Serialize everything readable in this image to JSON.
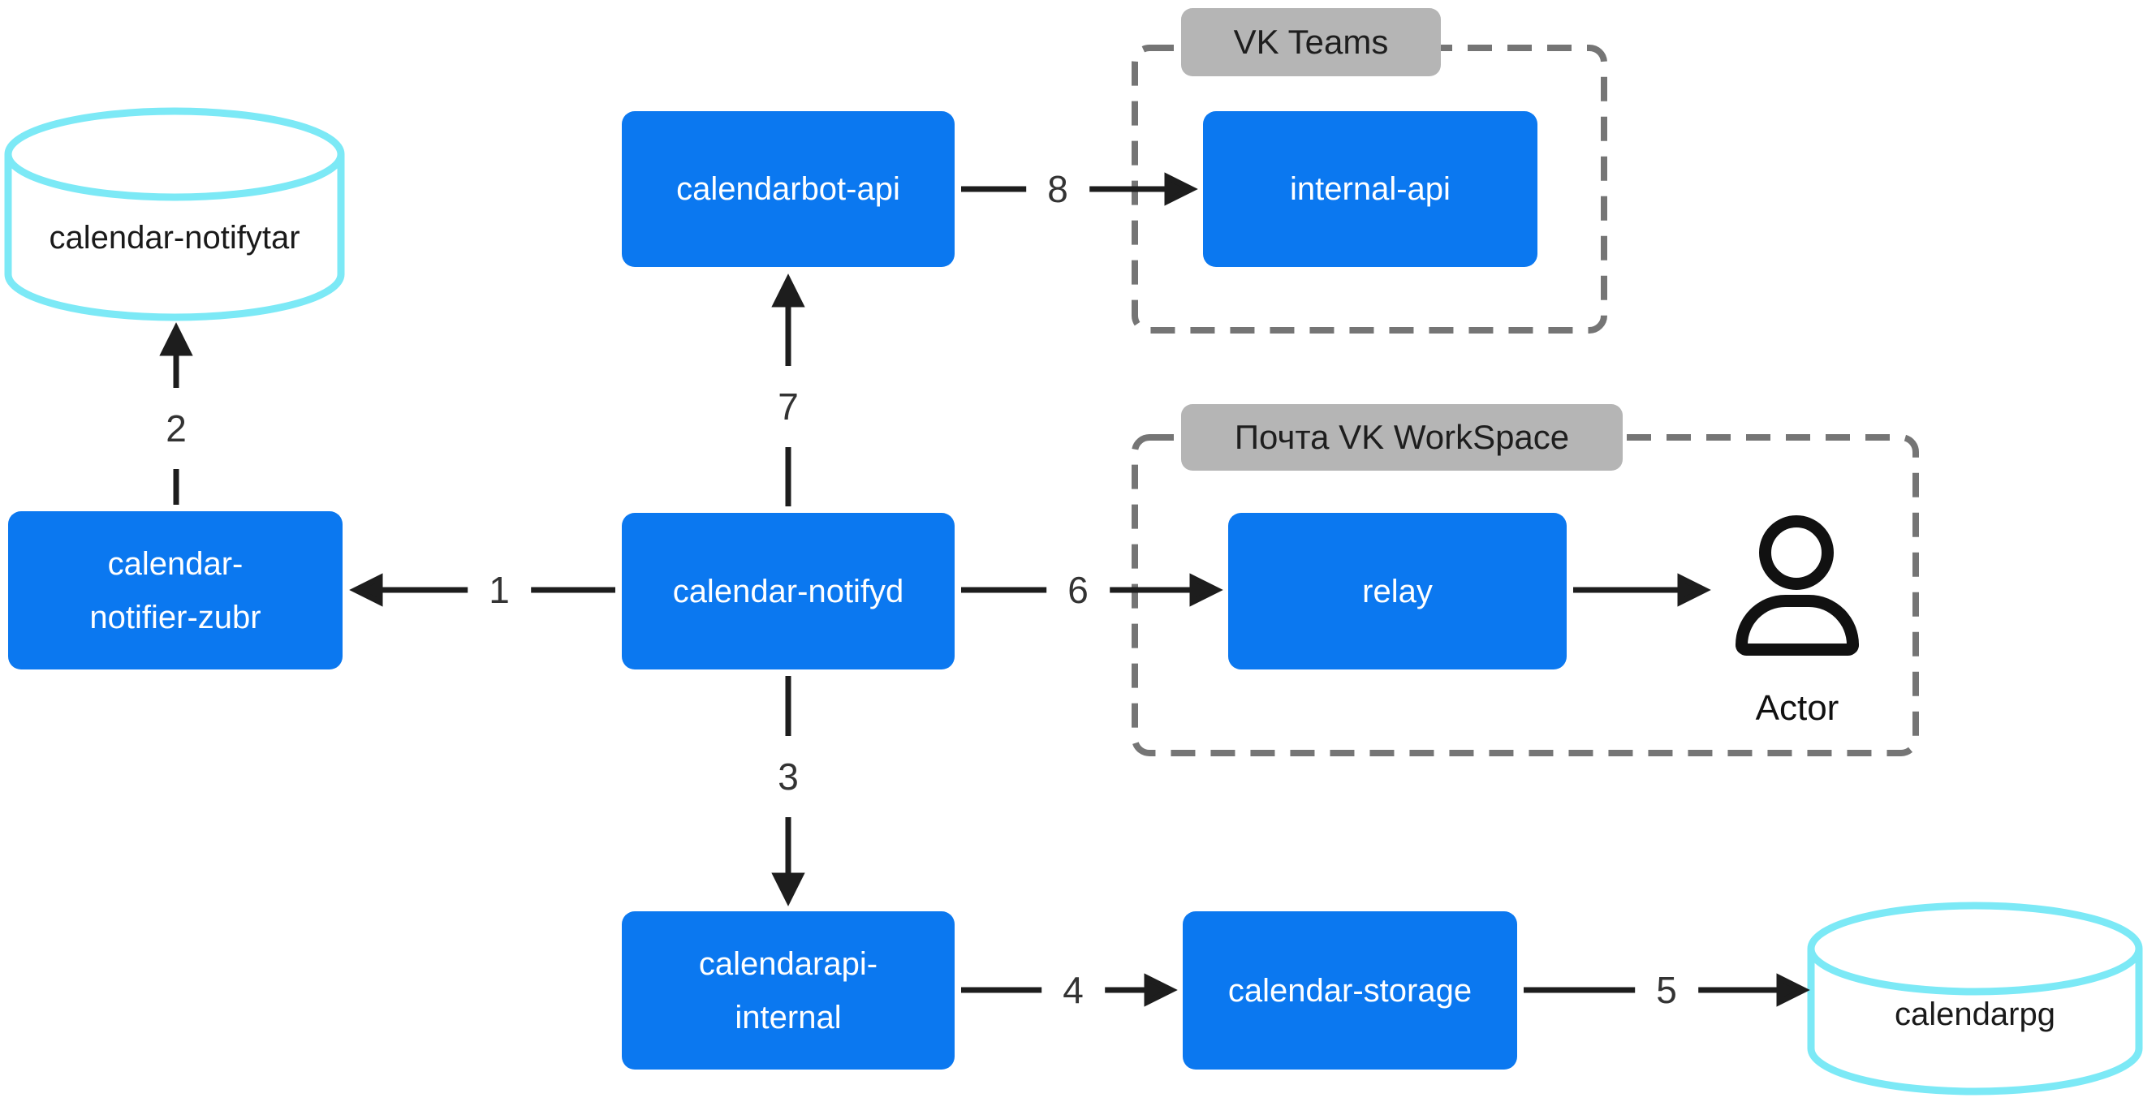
{
  "diagram": {
    "type": "architecture-flow-diagram",
    "background": "#ffffff",
    "colors": {
      "service_box_fill": "#0b78f0",
      "service_box_text": "#ffffff",
      "database_cylinder_stroke": "#7ce9f6",
      "database_cylinder_fill": "#ffffff",
      "container_dash_border": "#757575",
      "container_label_bg": "#b5b5b5",
      "container_label_text": "#1e1e1e",
      "edge_stroke": "#1d1d1d",
      "edge_label_text": "#333333",
      "actor_icon": "#111111"
    },
    "nodes": {
      "notifytar": {
        "type": "database-cylinder",
        "label": "calendar-notifytar"
      },
      "zubr": {
        "type": "service-box",
        "line1": "calendar-",
        "line2": "notifier-zubr"
      },
      "botapi": {
        "type": "service-box",
        "label": "calendarbot-api"
      },
      "notifyd": {
        "type": "service-box",
        "label": "calendar-notifyd"
      },
      "internalapi": {
        "type": "service-box",
        "label": "internal-api"
      },
      "relay": {
        "type": "service-box",
        "label": "relay"
      },
      "apiinternal": {
        "type": "service-box",
        "line1": "calendarapi-",
        "line2": "internal"
      },
      "storage": {
        "type": "service-box",
        "label": "calendar-storage"
      },
      "calendarpg": {
        "type": "database-cylinder",
        "label": "calendarpg"
      },
      "actor": {
        "type": "person",
        "label": "Actor"
      }
    },
    "containers": {
      "vkteams": {
        "label": "VK Teams"
      },
      "workspace": {
        "label": "Почта VK WorkSpace"
      }
    },
    "edges": [
      {
        "label": "1",
        "from": "calendar-notifyd",
        "to": "calendar-notifier-zubr",
        "direction": "left"
      },
      {
        "label": "2",
        "from": "calendar-notifier-zubr",
        "to": "calendar-notifytar",
        "direction": "up"
      },
      {
        "label": "3",
        "from": "calendar-notifyd",
        "to": "calendarapi-internal",
        "direction": "down"
      },
      {
        "label": "4",
        "from": "calendarapi-internal",
        "to": "calendar-storage",
        "direction": "right"
      },
      {
        "label": "5",
        "from": "calendar-storage",
        "to": "calendarpg",
        "direction": "right"
      },
      {
        "label": "6",
        "from": "calendar-notifyd",
        "to": "relay",
        "direction": "right"
      },
      {
        "label": "7",
        "from": "calendar-notifyd",
        "to": "calendarbot-api",
        "direction": "up"
      },
      {
        "label": "8",
        "from": "calendarbot-api",
        "to": "internal-api",
        "direction": "right"
      },
      {
        "label": "",
        "from": "relay",
        "to": "Actor",
        "direction": "right"
      }
    ]
  }
}
